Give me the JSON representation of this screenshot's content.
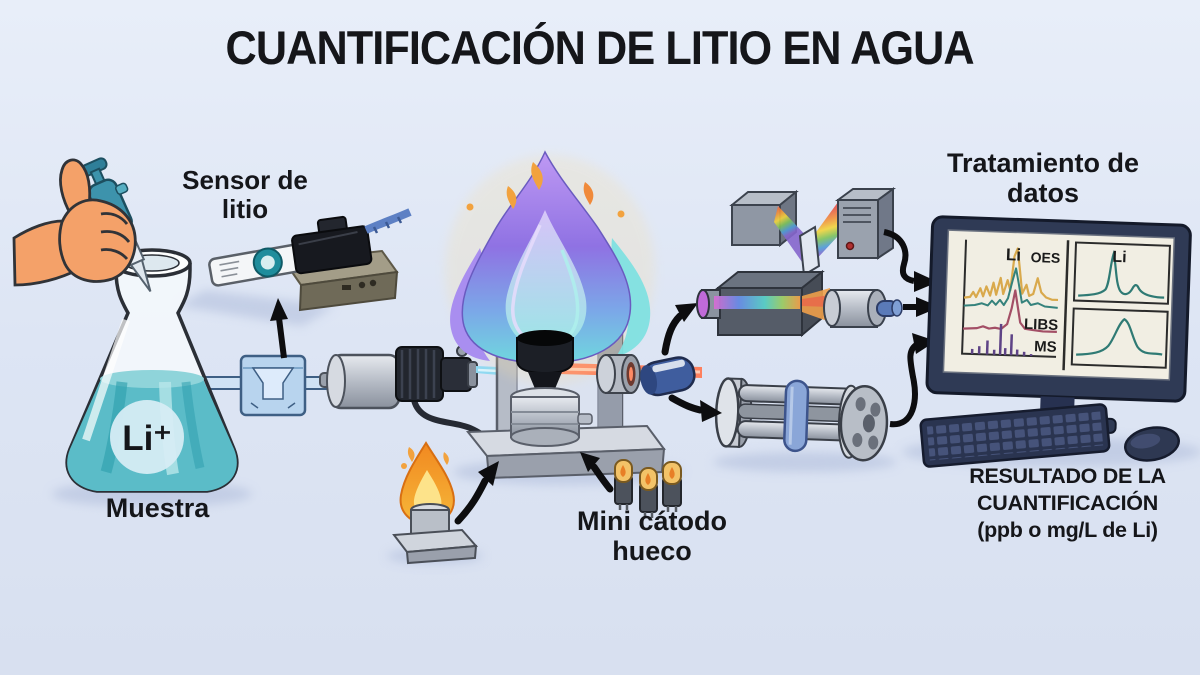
{
  "title": "CUANTIFICACIÓN DE LITIO EN AGUA",
  "labels": {
    "sensor": "Sensor de\nlitio",
    "sample": "Muestra",
    "flask_ion": "Li⁺",
    "mini_cathode": "Mini cátodo\nhueco",
    "data_processing": "Tratamiento de\ndatos",
    "result": "RESULTADO DE LA\nCUANTIFICACIÓN\n(ppb o mg/L de Li)"
  },
  "monitor_screen": {
    "oes_element": "Li",
    "oes_technique": "OES",
    "libs_label": "LIBS",
    "ms_label": "MS",
    "right_element": "Li"
  },
  "colors": {
    "background": "#dee6f4",
    "title_text": "#0c0c0e",
    "flame_purple": "#9b7ce0",
    "flame_teal": "#7fe0e0",
    "flame_orange_tip": "#f2a23e",
    "liquid_teal": "#58bfc9",
    "beam_red": "#ff7a55",
    "beam_blue": "#8fd9f2",
    "monitor_bezel": "#2f3a55",
    "screen_cream": "#f1eee3",
    "oes_trace": "#d9a94c",
    "teal_trace": "#35827c",
    "libs_trace": "#a34f66",
    "ms_trace": "#5e4386"
  }
}
